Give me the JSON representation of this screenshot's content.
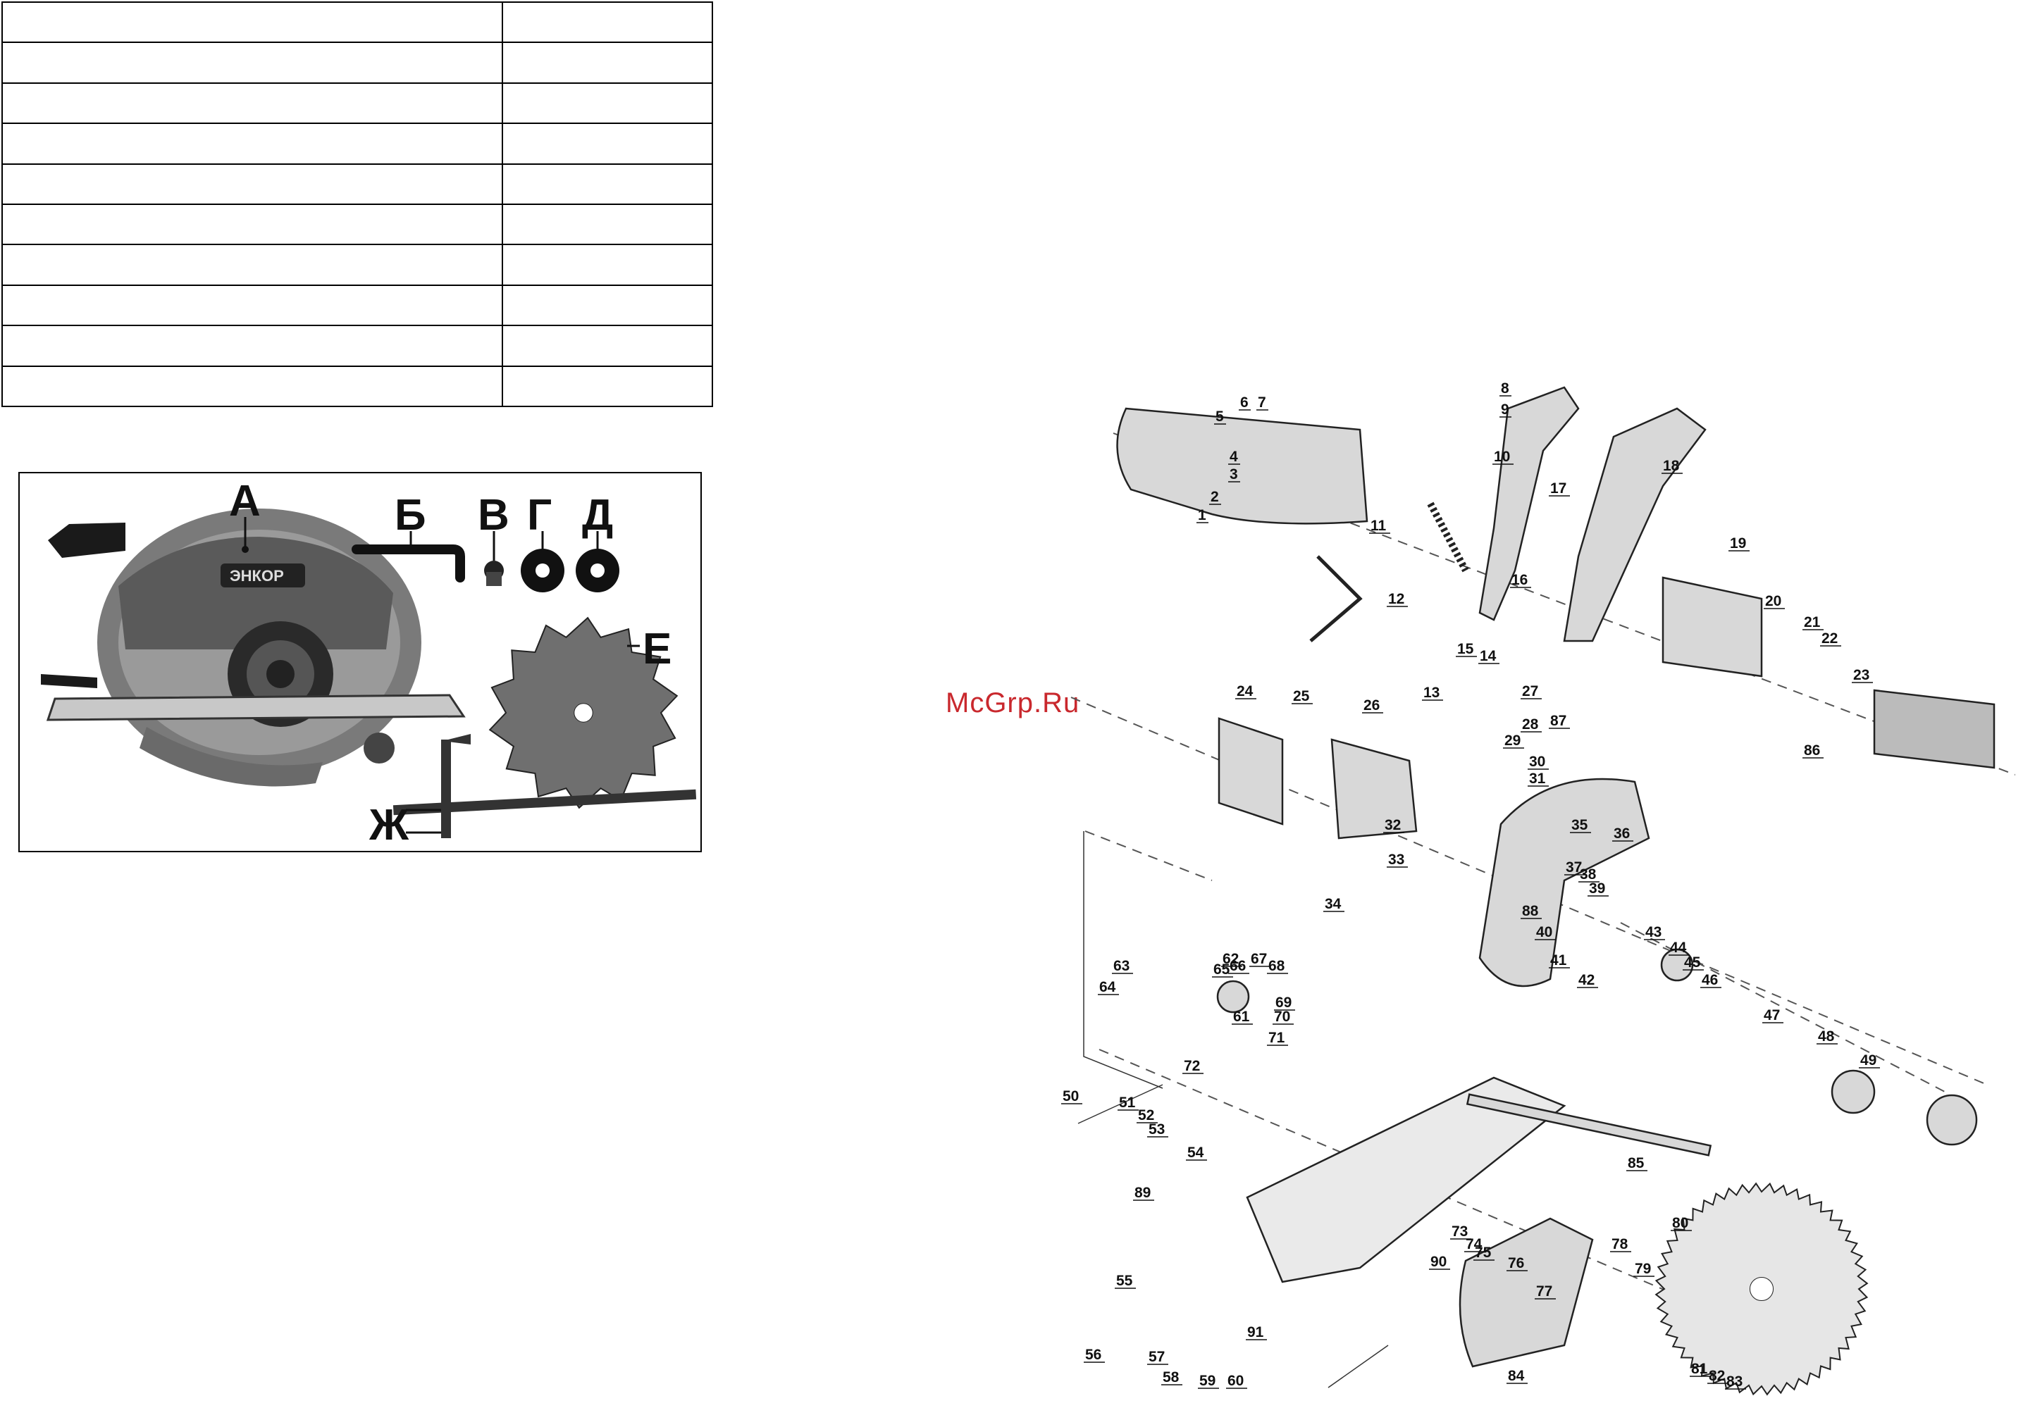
{
  "spec_table": {
    "rows": [
      {
        "param": "",
        "value": ""
      },
      {
        "param": "",
        "value": ""
      },
      {
        "param": "",
        "value": ""
      },
      {
        "param": "",
        "value": ""
      },
      {
        "param": "",
        "value": ""
      },
      {
        "param": "",
        "value": ""
      },
      {
        "param": "",
        "value": ""
      },
      {
        "param": "",
        "value": ""
      },
      {
        "param": "",
        "value": ""
      },
      {
        "param": "",
        "value": ""
      }
    ]
  },
  "kit_photo": {
    "labels": [
      "А",
      "Б",
      "В",
      "Г",
      "Д",
      "Е",
      "Ж"
    ],
    "brand": "ЭНКОР"
  },
  "watermark": "McGrp.Ru",
  "exploded_view": {
    "part_numbers": [
      "1",
      "2",
      "3",
      "4",
      "5",
      "6",
      "7",
      "8",
      "9",
      "10",
      "11",
      "12",
      "13",
      "14",
      "15",
      "16",
      "17",
      "18",
      "19",
      "20",
      "21",
      "22",
      "23",
      "24",
      "25",
      "26",
      "27",
      "28",
      "29",
      "30",
      "31",
      "32",
      "33",
      "34",
      "35",
      "36",
      "37",
      "38",
      "39",
      "40",
      "41",
      "42",
      "43",
      "44",
      "45",
      "46",
      "47",
      "48",
      "49",
      "50",
      "51",
      "52",
      "53",
      "54",
      "55",
      "56",
      "57",
      "58",
      "59",
      "60",
      "61",
      "62",
      "63",
      "64",
      "65",
      "66",
      "67",
      "68",
      "69",
      "70",
      "71",
      "72",
      "73",
      "74",
      "75",
      "76",
      "77",
      "78",
      "79",
      "80",
      "81",
      "82",
      "83",
      "84",
      "85",
      "86",
      "87",
      "88",
      "89",
      "90",
      "91"
    ]
  }
}
